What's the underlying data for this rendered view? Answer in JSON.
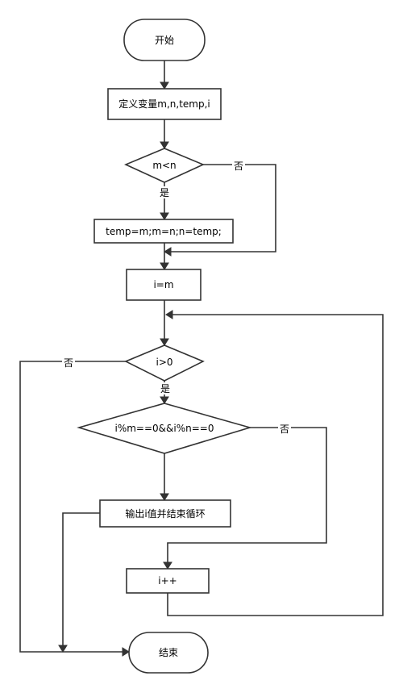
{
  "nodes": {
    "start": "开始",
    "define": "定义变量m,n,temp,i",
    "cond_mn": "m<n",
    "swap": "temp=m;m=n;n=temp;",
    "init_i": "i=m",
    "cond_i": "i>0",
    "cond_mod": "i%m==0&&i%n==0",
    "output": "输出i值并结束循环",
    "inc": "i++",
    "end": "结束"
  },
  "edges": {
    "cond_mn_yes": "是",
    "cond_mn_no": "否",
    "cond_i_yes": "是",
    "cond_i_no": "否",
    "cond_mod_no": "否"
  },
  "colors": {
    "stroke": "#333333",
    "fill": "#ffffff"
  }
}
